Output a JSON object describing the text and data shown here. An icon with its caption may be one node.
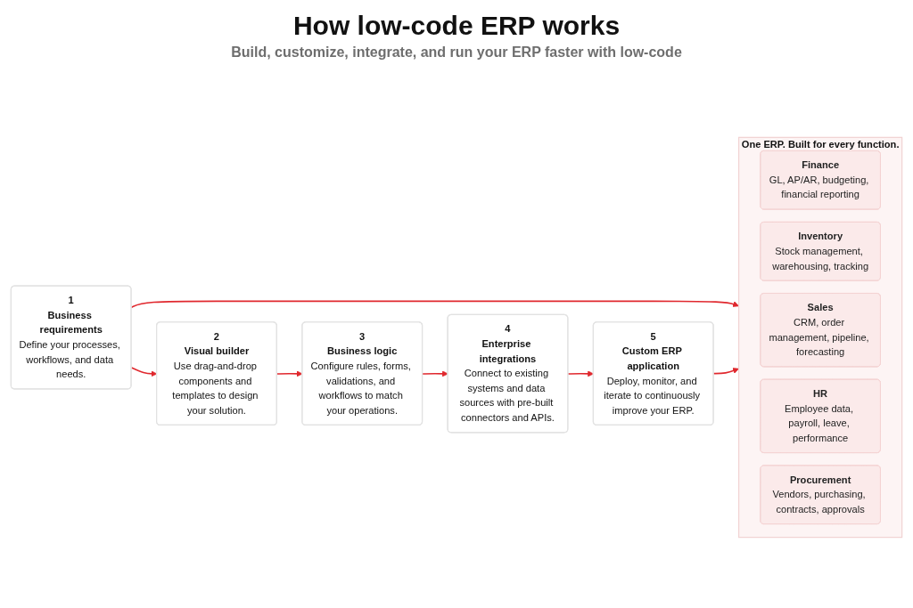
{
  "diagram": {
    "title": "How low-code ERP works",
    "nodes": [
      {
        "text": [
          "1",
          "Business requirements",
          "Define your processes, workflows, and data needs."
        ]
      },
      {
        "text": [
          "2",
          "Visual builder",
          "Use drag-and-drop components and templates to design your solution."
        ]
      },
      {
        "text": [
          "3",
          "Business logic",
          "Configure rules, forms, validations, and workflows to match your operations."
        ]
      },
      {
        "text": [
          "4",
          "Enterprise integrations",
          "Connect to existing systems and data sources with pre-built connectors and APIs."
        ]
      },
      {
        "text": [
          "5",
          "Custom ERP application",
          "Deploy, monitor, and iterate to continuously improve your ERP."
        ]
      },
      {
        "text": [
          "One ERP. Built for every function."
        ]
      },
      {
        "text": [
          "Finance",
          "GL, AP/AR, budgeting, financial reporting"
        ],
        "in": 5
      },
      {
        "text": [
          "Inventory",
          "Stock management, warehousing, tracking"
        ],
        "in": 5
      },
      {
        "text": [
          "Sales",
          "CRM, order management, pipeline, forecasting"
        ],
        "in": 5
      },
      {
        "text": [
          "HR",
          "Employee data, payroll, leave, performance"
        ],
        "in": 5
      },
      {
        "text": [
          "Procurement",
          "Vendors, purchasing, contracts, approvals"
        ],
        "in": 5
      }
    ],
    "edges": [
      {
        "from": 0,
        "to": 1,
        "arrow": "to"
      },
      {
        "from": 1,
        "to": 2,
        "arrow": "to"
      },
      {
        "from": 2,
        "to": 3,
        "arrow": "to"
      },
      {
        "from": 3,
        "to": 4,
        "arrow": "to"
      },
      {
        "from": 0,
        "to": 5,
        "arrow": "to"
      },
      {
        "from": 4,
        "to": 5,
        "arrow": "to"
      }
    ],
    "labels": [
      "Build, customize, integrate, and run your ERP faster with low-code"
    ]
  }
}
